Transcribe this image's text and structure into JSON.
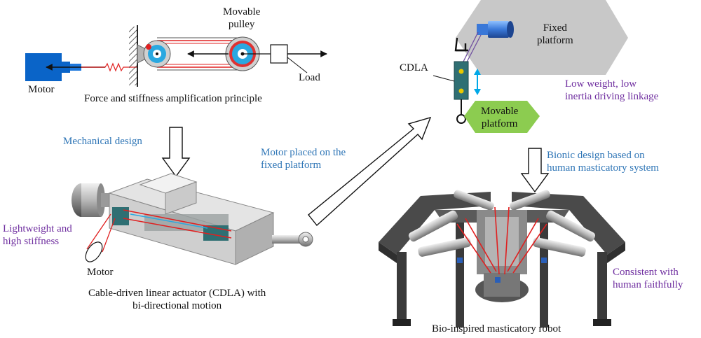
{
  "labels": {
    "movable_pulley_line1": "Movable",
    "movable_pulley_line2": "pulley",
    "motor_top": "Motor",
    "load": "Load",
    "principle_caption": "Force and stiffness amplification principle",
    "mechanical_design": "Mechanical design",
    "lightweight_line1": "Lightweight and",
    "lightweight_line2": "high stiffness",
    "motor_bottom": "Motor",
    "cdla_caption_line1": "Cable-driven linear actuator (CDLA) with",
    "cdla_caption_line2": "bi-directional motion",
    "motor_placed_line1": "Motor placed on the",
    "motor_placed_line2": "fixed platform",
    "cdla": "CDLA",
    "fixed_platform_line1": "Fixed",
    "fixed_platform_line2": "platform",
    "movable_platform_line1": "Movable",
    "movable_platform_line2": "platform",
    "low_weight_line1": "Low weight, low",
    "low_weight_line2": "inertia driving linkage",
    "bionic_line1": "Bionic design based on",
    "bionic_line2": "human masticatory system",
    "consistent_line1": "Consistent with",
    "consistent_line2": "human faithfully",
    "robot_caption": "Bio-inspired masticatory robot"
  },
  "colors": {
    "blue_text": "#2e75b6",
    "purple_text": "#7030a0",
    "motor_blue": "#0a64c8",
    "cable_red": "#e02020",
    "fixed_platform_gray": "#c8c8c8",
    "movable_platform_green": "#8ccc50",
    "actuator_teal": "#2f6f73"
  }
}
